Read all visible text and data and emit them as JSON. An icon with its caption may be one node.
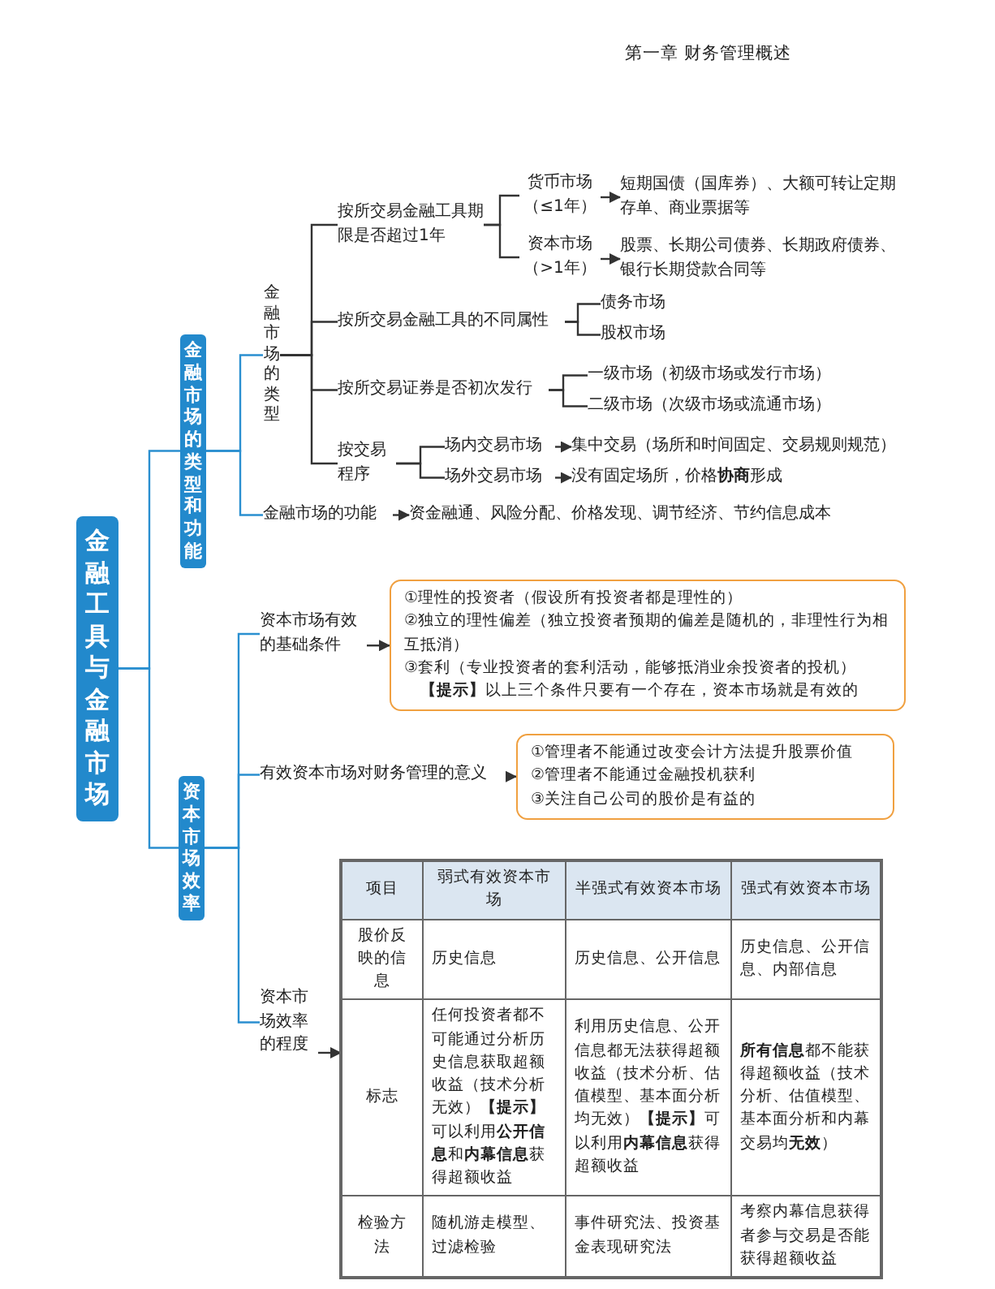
{
  "diagram": {
    "nodes": [
      {
        "text": [
          "金融工具与金融市场"
        ]
      },
      {
        "text": [
          "金融市场的类型和功能"
        ]
      },
      {
        "text": [
          "金融市场的类型"
        ]
      },
      {
        "text": [
          "按所交易金融工具期限是否超过1年"
        ]
      },
      {
        "text": [
          "货币市场（≤1年）"
        ]
      },
      {
        "text": [
          "短期国债（国库券）、大额可转让定期存单、商业票据等"
        ]
      },
      {
        "text": [
          "资本市场（>1年）"
        ]
      },
      {
        "text": [
          "股票、长期公司债券、长期政府债券、银行长期贷款合同等"
        ]
      },
      {
        "text": [
          "按所交易金融工具的不同属性"
        ]
      },
      {
        "text": [
          "债务市场"
        ]
      },
      {
        "text": [
          "股权市场"
        ]
      },
      {
        "text": [
          "按所交易证券是否初次发行"
        ]
      },
      {
        "text": [
          "一级市场（初级市场或发行市场）"
        ]
      },
      {
        "text": [
          "二级市场（次级市场或流通市场）"
        ]
      },
      {
        "text": [
          "按交易程序"
        ]
      },
      {
        "text": [
          "场内交易市场"
        ]
      },
      {
        "text": [
          "集中交易（场所和时间固定、交易规则规范）"
        ]
      },
      {
        "text": [
          "场外交易市场"
        ]
      },
      {
        "text": [
          "没有固定场所，价格**协商**形成"
        ]
      },
      {
        "text": [
          "金融市场的功能"
        ]
      },
      {
        "text": [
          "资金融通、风险分配、价格发现、调节经济、节约信息成本"
        ]
      },
      {
        "text": [
          "资本市场效率"
        ]
      },
      {
        "text": [
          "资本市场有效的基础条件"
        ]
      },
      {
        "text": [
          "①理性的投资者（假设所有投资者都是理性的）",
          "②独立的理性偏差（独立投资者预期的偏差是随机的，非理性行为相互抵消）",
          "③套利（专业投资者的套利活动，能够抵消业余投资者的投机）",
          "**【提示】**以上三个条件只要有一个存在，资本市场就是有效的"
        ]
      },
      {
        "text": [
          "有效资本市场对财务管理的意义"
        ]
      },
      {
        "text": [
          "①管理者不能通过改变会计方法提升股票价值",
          "②管理者不能通过金融投机获利",
          "③关注自己公司的股价是有益的"
        ]
      },
      {
        "text": [
          "资本市场效率的程度"
        ]
      },
      {
        "text": [],
        "shape": "box"
      }
    ],
    "edges": [
      {
        "from": 0,
        "to": 1,
        "arrow": "none",
        "color": "#2a8fd0"
      },
      {
        "from": 0,
        "to": 21,
        "arrow": "none",
        "color": "#2a8fd0"
      },
      {
        "from": 1,
        "to": 2,
        "arrow": "none",
        "color": "#2a8fd0"
      },
      {
        "from": 1,
        "to": 19,
        "arrow": "none",
        "color": "#2a8fd0"
      },
      {
        "from": 2,
        "to": 3,
        "arrow": "none"
      },
      {
        "from": 2,
        "to": 8,
        "arrow": "none"
      },
      {
        "from": 2,
        "to": 11,
        "arrow": "none"
      },
      {
        "from": 2,
        "to": 14,
        "arrow": "none"
      },
      {
        "from": 3,
        "to": 4,
        "arrow": "none"
      },
      {
        "from": 3,
        "to": 6,
        "arrow": "none"
      },
      {
        "from": 4,
        "to": 5,
        "arrow": "to"
      },
      {
        "from": 6,
        "to": 7,
        "arrow": "to"
      },
      {
        "from": 8,
        "to": 9,
        "arrow": "none"
      },
      {
        "from": 8,
        "to": 10,
        "arrow": "none"
      },
      {
        "from": 11,
        "to": 12,
        "arrow": "none"
      },
      {
        "from": 11,
        "to": 13,
        "arrow": "none"
      },
      {
        "from": 14,
        "to": 15,
        "arrow": "none"
      },
      {
        "from": 14,
        "to": 17,
        "arrow": "none"
      },
      {
        "from": 15,
        "to": 16,
        "arrow": "to"
      },
      {
        "from": 17,
        "to": 18,
        "arrow": "to"
      },
      {
        "from": 19,
        "to": 20,
        "arrow": "to"
      },
      {
        "from": 21,
        "to": 22,
        "arrow": "none",
        "color": "#2a8fd0"
      },
      {
        "from": 21,
        "to": 24,
        "arrow": "none",
        "color": "#2a8fd0"
      },
      {
        "from": 21,
        "to": 26,
        "arrow": "none",
        "color": "#2a8fd0"
      },
      {
        "from": 22,
        "to": 23,
        "arrow": "to"
      },
      {
        "from": 24,
        "to": 25,
        "arrow": "to"
      },
      {
        "from": 26,
        "to": 27,
        "arrow": "to"
      }
    ],
    "labels": [
      "第一章 财务管理概述",
      "项目",
      "弱式有效资本市场",
      "半强式有效资本市场",
      "强式有效资本市场",
      "股价反映的信息",
      "历史信息",
      "历史信息、公开信息",
      "历史信息、公开信息、内部信息",
      "标志",
      "任何投资者都不可能通过分析历史信息获取超额收益（技术分析无效）**【提示】**可以利用**公开信息**和**内幕信息**获得超额收益",
      "利用历史信息、公开信息都无法获得超额收益（技术分析、估值模型、基本面分析均无效）**【提示】**可以利用**内幕信息**获得超额收益",
      "**所有信息**都不能获得超额收益（技术分析、估值模型、基本面分析和内幕交易均**无效**）",
      "检验方法",
      "随机游走模型、过滤检验",
      "事件研究法、投资基金表现研究法",
      "考察内幕信息获得者参与交易是否能获得超额收益"
    ]
  }
}
